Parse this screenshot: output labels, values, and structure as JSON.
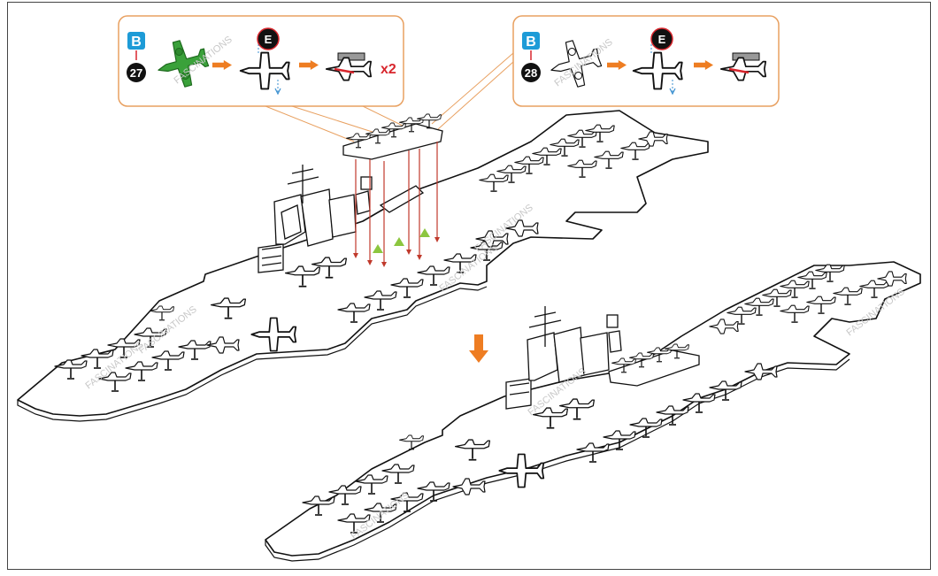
{
  "callouts": [
    {
      "part_letter": "B",
      "step_number": "27",
      "sub_letter": "E",
      "quantity": "x2",
      "plane_color": "#3aa13a"
    },
    {
      "part_letter": "B",
      "step_number": "28",
      "sub_letter": "E",
      "quantity": "",
      "plane_color": "#ffffff"
    }
  ],
  "watermark": "FASCINATIONS",
  "colors": {
    "callout_border": "#e8a060",
    "badge_blue": "#1d9bd7",
    "arrow_orange": "#ee7d22",
    "drop_line_red": "#c0392b",
    "triangle_green": "#8cc63f",
    "quantity_red": "#d8262d",
    "blue_detail": "#3a8fd0"
  },
  "icons": [
    "plane-green-icon",
    "plane-white-icon",
    "orange-arrow-icon",
    "plane-tab-icon",
    "down-arrow-icon",
    "green-triangle-icon"
  ]
}
